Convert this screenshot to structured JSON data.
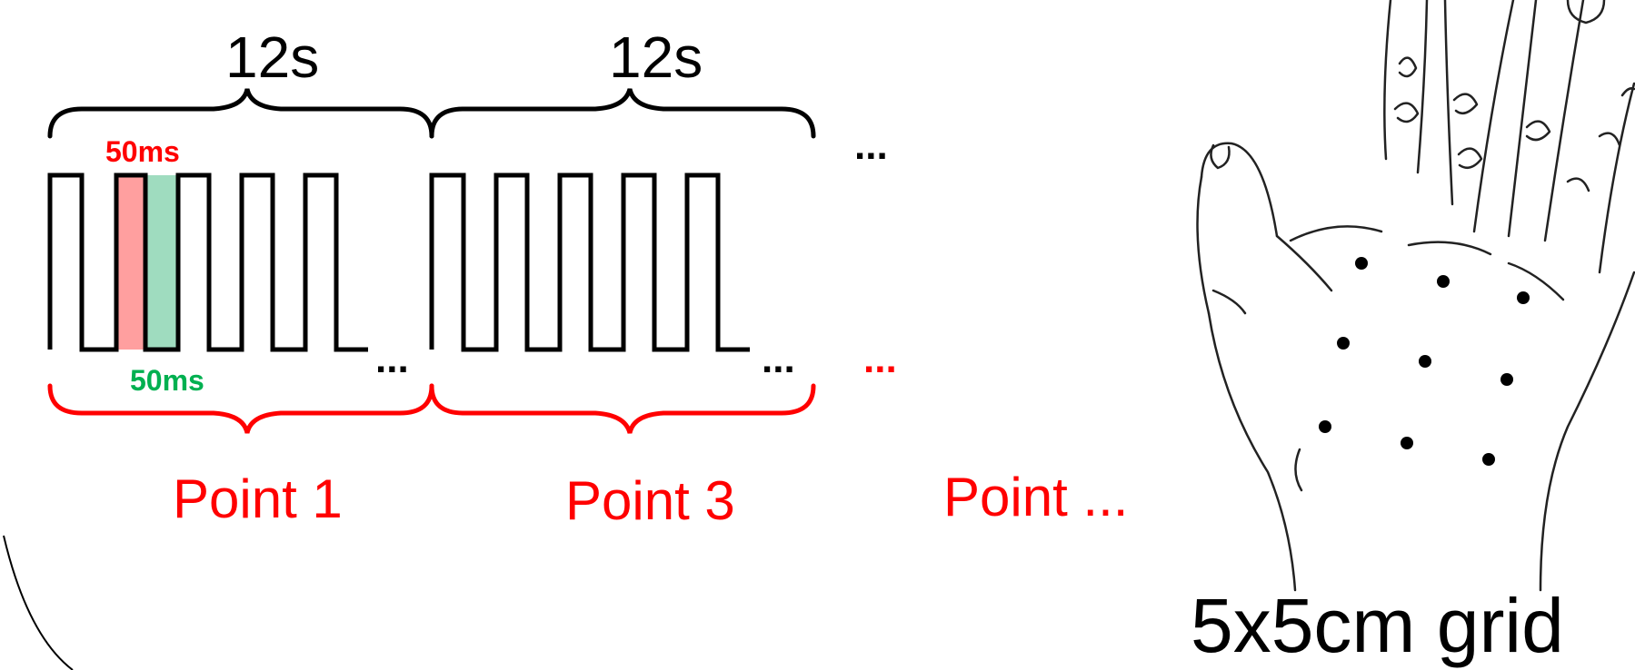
{
  "timing": {
    "duration_top_1": "12s",
    "duration_top_2": "12s",
    "pulse_on_label": "50ms",
    "pulse_off_label": "50ms",
    "ellipsis_top": "...",
    "ellipsis_train_1": "...",
    "ellipsis_train_2": "...",
    "ellipsis_red": "..."
  },
  "points": {
    "point_1": "Point 1",
    "point_2": "Point 3",
    "point_more": "Point ..."
  },
  "hand": {
    "grid_caption": "5x5cm grid"
  },
  "colors": {
    "ink": "#000000",
    "red": "#ff0000",
    "green": "#00b050",
    "pulse_on_fill": "#ff9f9f",
    "pulse_off_fill": "#9fdcbf"
  }
}
